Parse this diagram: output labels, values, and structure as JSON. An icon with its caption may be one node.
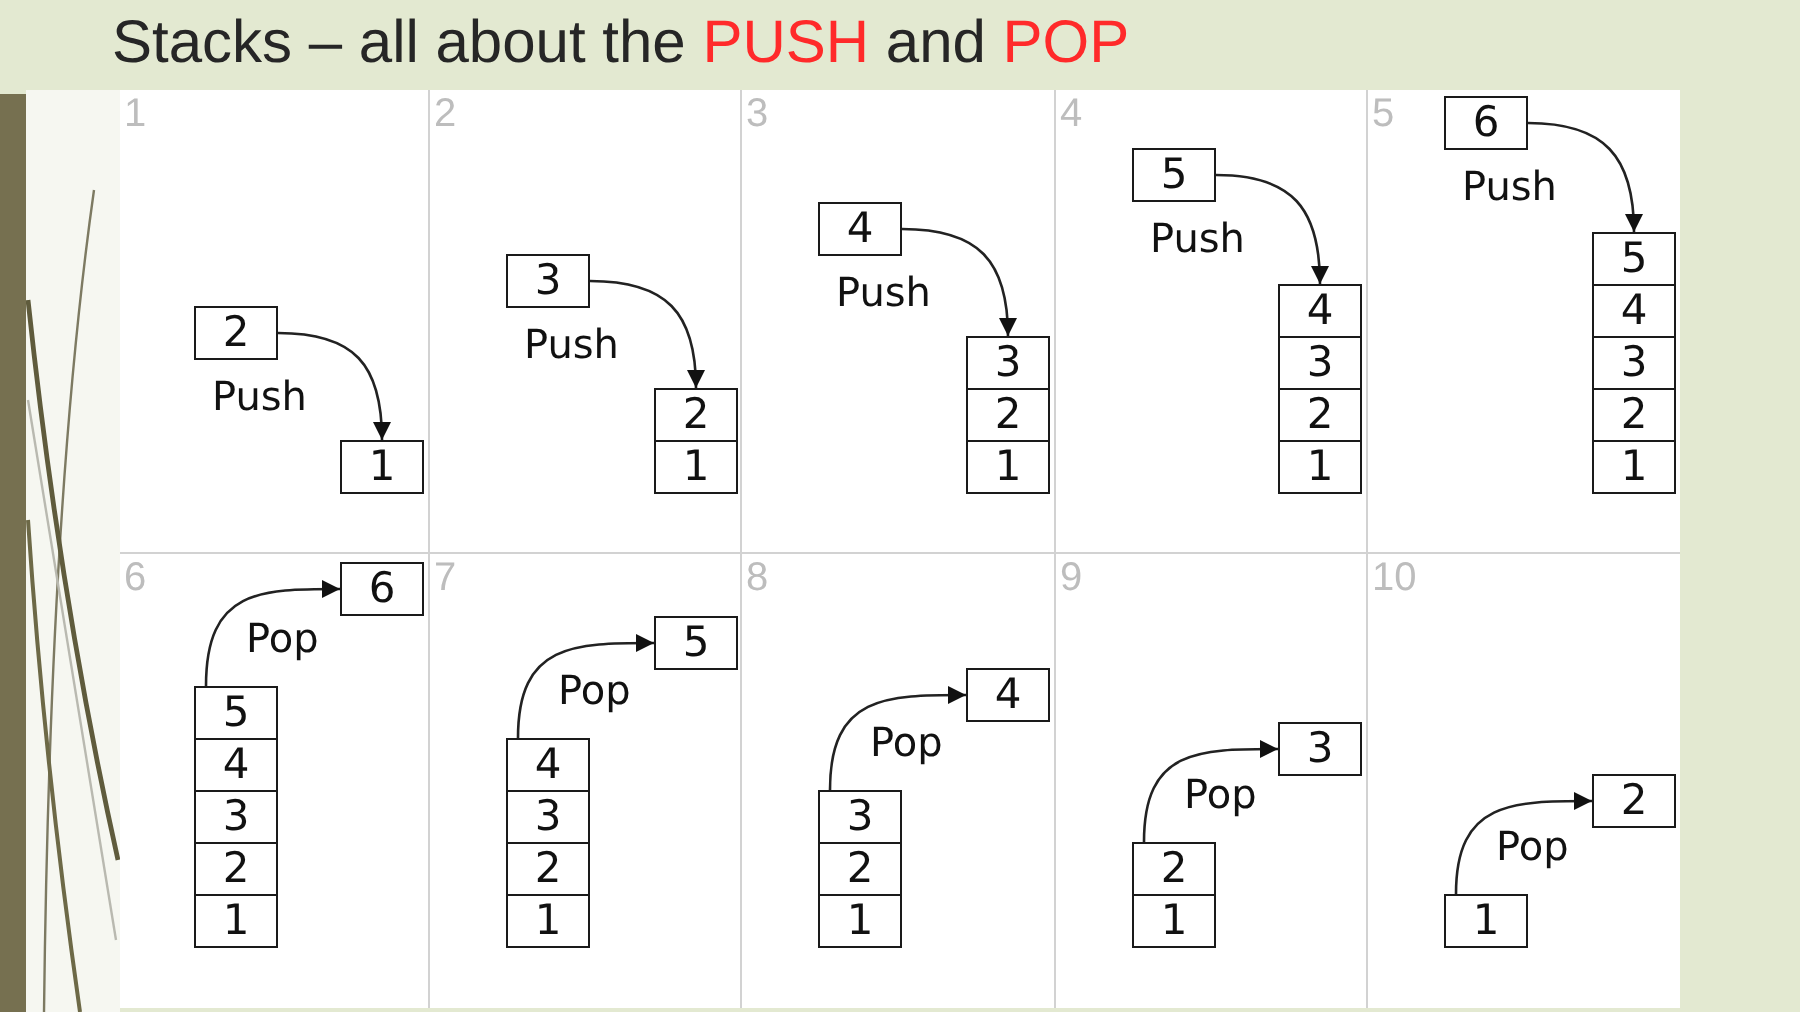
{
  "diagram": {
    "title": "Stacks – all about the **PUSH** and **POP**",
    "nodes": [
      {
        "text": [
          "1"
        ]
      },
      {
        "text": [
          "2"
        ],
        "in": 0
      },
      {
        "text": [
          "1"
        ],
        "in": 0
      },
      {
        "text": [
          "2"
        ]
      },
      {
        "text": [
          "3"
        ],
        "in": 3
      },
      {
        "text": [
          "2"
        ],
        "in": 3
      },
      {
        "text": [
          "1"
        ],
        "in": 3
      },
      {
        "text": [
          "3"
        ]
      },
      {
        "text": [
          "4"
        ],
        "in": 7
      },
      {
        "text": [
          "3"
        ],
        "in": 7
      },
      {
        "text": [
          "2"
        ],
        "in": 7
      },
      {
        "text": [
          "1"
        ],
        "in": 7
      },
      {
        "text": [
          "4"
        ]
      },
      {
        "text": [
          "5"
        ],
        "in": 12
      },
      {
        "text": [
          "4"
        ],
        "in": 12
      },
      {
        "text": [
          "3"
        ],
        "in": 12
      },
      {
        "text": [
          "2"
        ],
        "in": 12
      },
      {
        "text": [
          "1"
        ],
        "in": 12
      },
      {
        "text": [
          "5"
        ]
      },
      {
        "text": [
          "6"
        ],
        "in": 18
      },
      {
        "text": [
          "5"
        ],
        "in": 18
      },
      {
        "text": [
          "4"
        ],
        "in": 18
      },
      {
        "text": [
          "3"
        ],
        "in": 18
      },
      {
        "text": [
          "2"
        ],
        "in": 18
      },
      {
        "text": [
          "1"
        ],
        "in": 18
      },
      {
        "text": [
          "6"
        ]
      },
      {
        "text": [
          "6"
        ],
        "in": 25
      },
      {
        "text": [
          "5"
        ],
        "in": 25
      },
      {
        "text": [
          "4"
        ],
        "in": 25
      },
      {
        "text": [
          "3"
        ],
        "in": 25
      },
      {
        "text": [
          "2"
        ],
        "in": 25
      },
      {
        "text": [
          "1"
        ],
        "in": 25
      },
      {
        "text": [
          "7"
        ]
      },
      {
        "text": [
          "5"
        ],
        "in": 32
      },
      {
        "text": [
          "4"
        ],
        "in": 32
      },
      {
        "text": [
          "3"
        ],
        "in": 32
      },
      {
        "text": [
          "2"
        ],
        "in": 32
      },
      {
        "text": [
          "1"
        ],
        "in": 32
      },
      {
        "text": [
          "8"
        ]
      },
      {
        "text": [
          "4"
        ],
        "in": 38
      },
      {
        "text": [
          "3"
        ],
        "in": 38
      },
      {
        "text": [
          "2"
        ],
        "in": 38
      },
      {
        "text": [
          "1"
        ],
        "in": 38
      },
      {
        "text": [
          "9"
        ]
      },
      {
        "text": [
          "3"
        ],
        "in": 43
      },
      {
        "text": [
          "2"
        ],
        "in": 43
      },
      {
        "text": [
          "1"
        ],
        "in": 43
      },
      {
        "text": [
          "10"
        ]
      },
      {
        "text": [
          "2"
        ],
        "in": 47
      },
      {
        "text": [
          "1"
        ],
        "in": 47
      }
    ],
    "edges": [
      {
        "from": 1,
        "to": 2,
        "arrow": "to",
        "label": "Push"
      },
      {
        "from": 4,
        "to": 5,
        "arrow": "to",
        "label": "Push"
      },
      {
        "from": 8,
        "to": 9,
        "arrow": "to",
        "label": "Push"
      },
      {
        "from": 13,
        "to": 14,
        "arrow": "to",
        "label": "Push"
      },
      {
        "from": 19,
        "to": 20,
        "arrow": "to",
        "label": "Push"
      },
      {
        "from": 27,
        "to": 26,
        "arrow": "to",
        "label": "Pop"
      },
      {
        "from": 34,
        "to": 33,
        "arrow": "to",
        "label": "Pop"
      },
      {
        "from": 40,
        "to": 39,
        "arrow": "to",
        "label": "Pop"
      },
      {
        "from": 45,
        "to": 44,
        "arrow": "to",
        "label": "Pop"
      },
      {
        "from": 49,
        "to": 48,
        "arrow": "to",
        "label": "Pop"
      }
    ]
  }
}
